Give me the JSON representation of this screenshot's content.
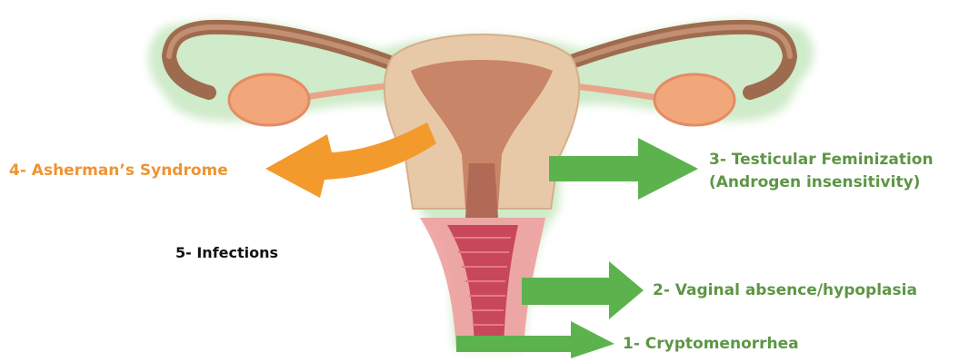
{
  "labels": {
    "asherman": "4- Asherman’s Syndrome",
    "infections": "5- Infections",
    "testicular_line1": "3- Testicular Feminization",
    "testicular_line2": "(Androgen insensitivity)",
    "vaginal": "2- Vaginal absence/hypoplasia",
    "crypto": "1- Cryptomenorrhea"
  },
  "colors": {
    "green_text": "#5D9645",
    "green_arrow": "#5CB34E",
    "orange": "#F39A2C",
    "black": "#111111",
    "halo": "#CDEBC8",
    "tube": "#9E6B4E",
    "ovary": "#F2A77A",
    "uterus_outer": "#E7C9A7",
    "uterus_inner": "#C98567",
    "vagina": "#EE8C8C",
    "vagina_canal": "#C9475A"
  },
  "icons": [
    "uterus-illustration",
    "arrow-right-icon",
    "arrow-left-icon"
  ]
}
